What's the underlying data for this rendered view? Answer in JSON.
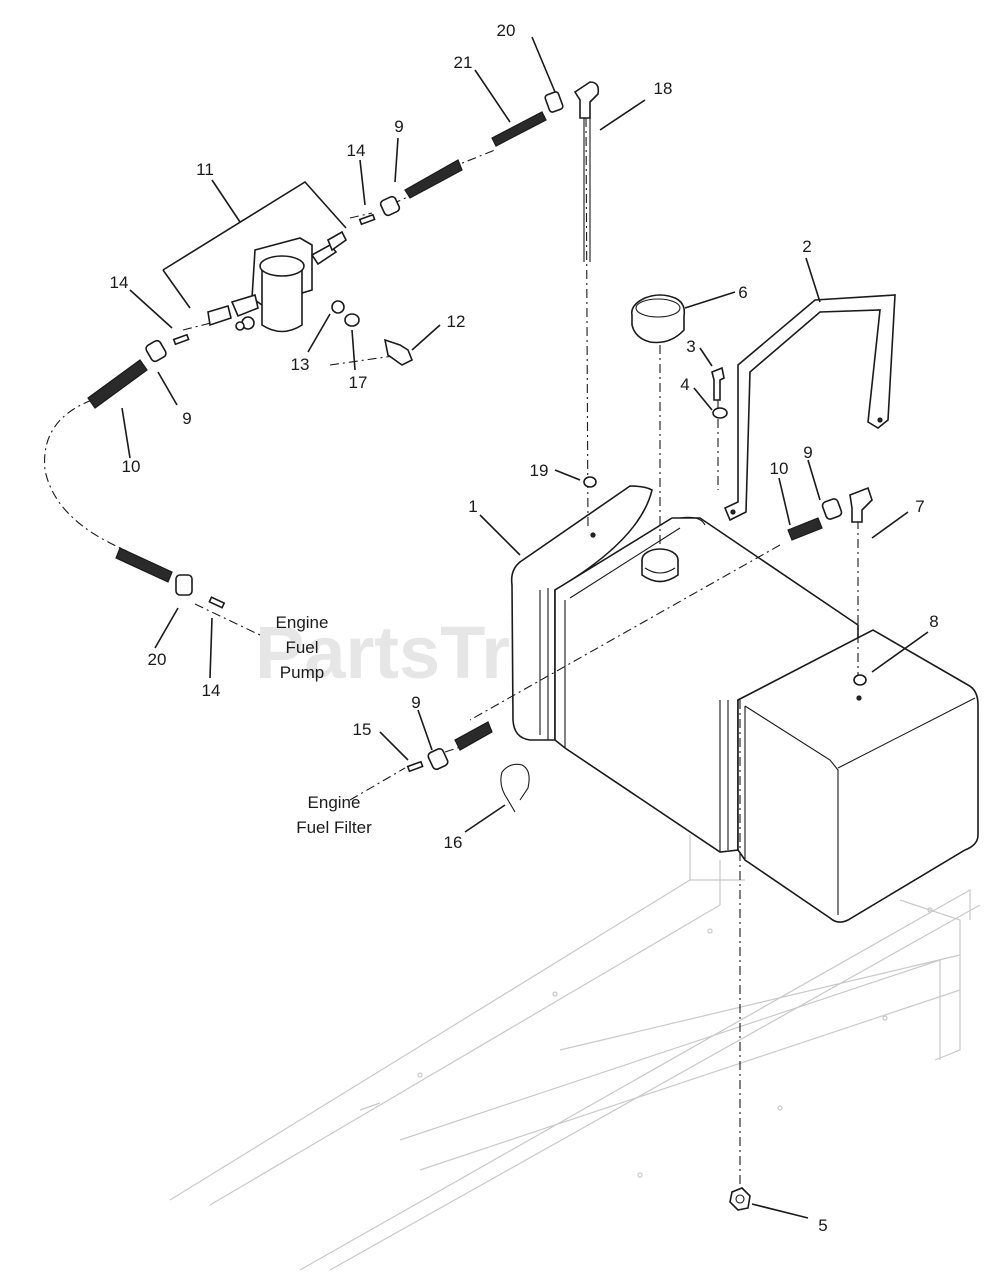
{
  "watermark": {
    "text": "PartsTree",
    "mark": "™"
  },
  "callouts": [
    {
      "id": "c1",
      "text": "1"
    },
    {
      "id": "c2",
      "text": "2"
    },
    {
      "id": "c3",
      "text": "3"
    },
    {
      "id": "c4",
      "text": "4"
    },
    {
      "id": "c5",
      "text": "5"
    },
    {
      "id": "c6",
      "text": "6"
    },
    {
      "id": "c7",
      "text": "7"
    },
    {
      "id": "c8",
      "text": "8"
    },
    {
      "id": "c9a",
      "text": "9"
    },
    {
      "id": "c9b",
      "text": "9"
    },
    {
      "id": "c9c",
      "text": "9"
    },
    {
      "id": "c9d",
      "text": "9"
    },
    {
      "id": "c10a",
      "text": "10"
    },
    {
      "id": "c10b",
      "text": "10"
    },
    {
      "id": "c11",
      "text": "11"
    },
    {
      "id": "c12",
      "text": "12"
    },
    {
      "id": "c13",
      "text": "13"
    },
    {
      "id": "c14a",
      "text": "14"
    },
    {
      "id": "c14b",
      "text": "14"
    },
    {
      "id": "c14c",
      "text": "14"
    },
    {
      "id": "c15",
      "text": "15"
    },
    {
      "id": "c16",
      "text": "16"
    },
    {
      "id": "c17",
      "text": "17"
    },
    {
      "id": "c18",
      "text": "18"
    },
    {
      "id": "c19",
      "text": "19"
    },
    {
      "id": "c20a",
      "text": "20"
    },
    {
      "id": "c20b",
      "text": "20"
    },
    {
      "id": "c21",
      "text": "21"
    }
  ],
  "labels": {
    "engine_fuel_pump": [
      "Engine",
      "Fuel",
      "Pump"
    ],
    "engine_fuel_filter": [
      "Engine",
      "Fuel Filter"
    ]
  }
}
